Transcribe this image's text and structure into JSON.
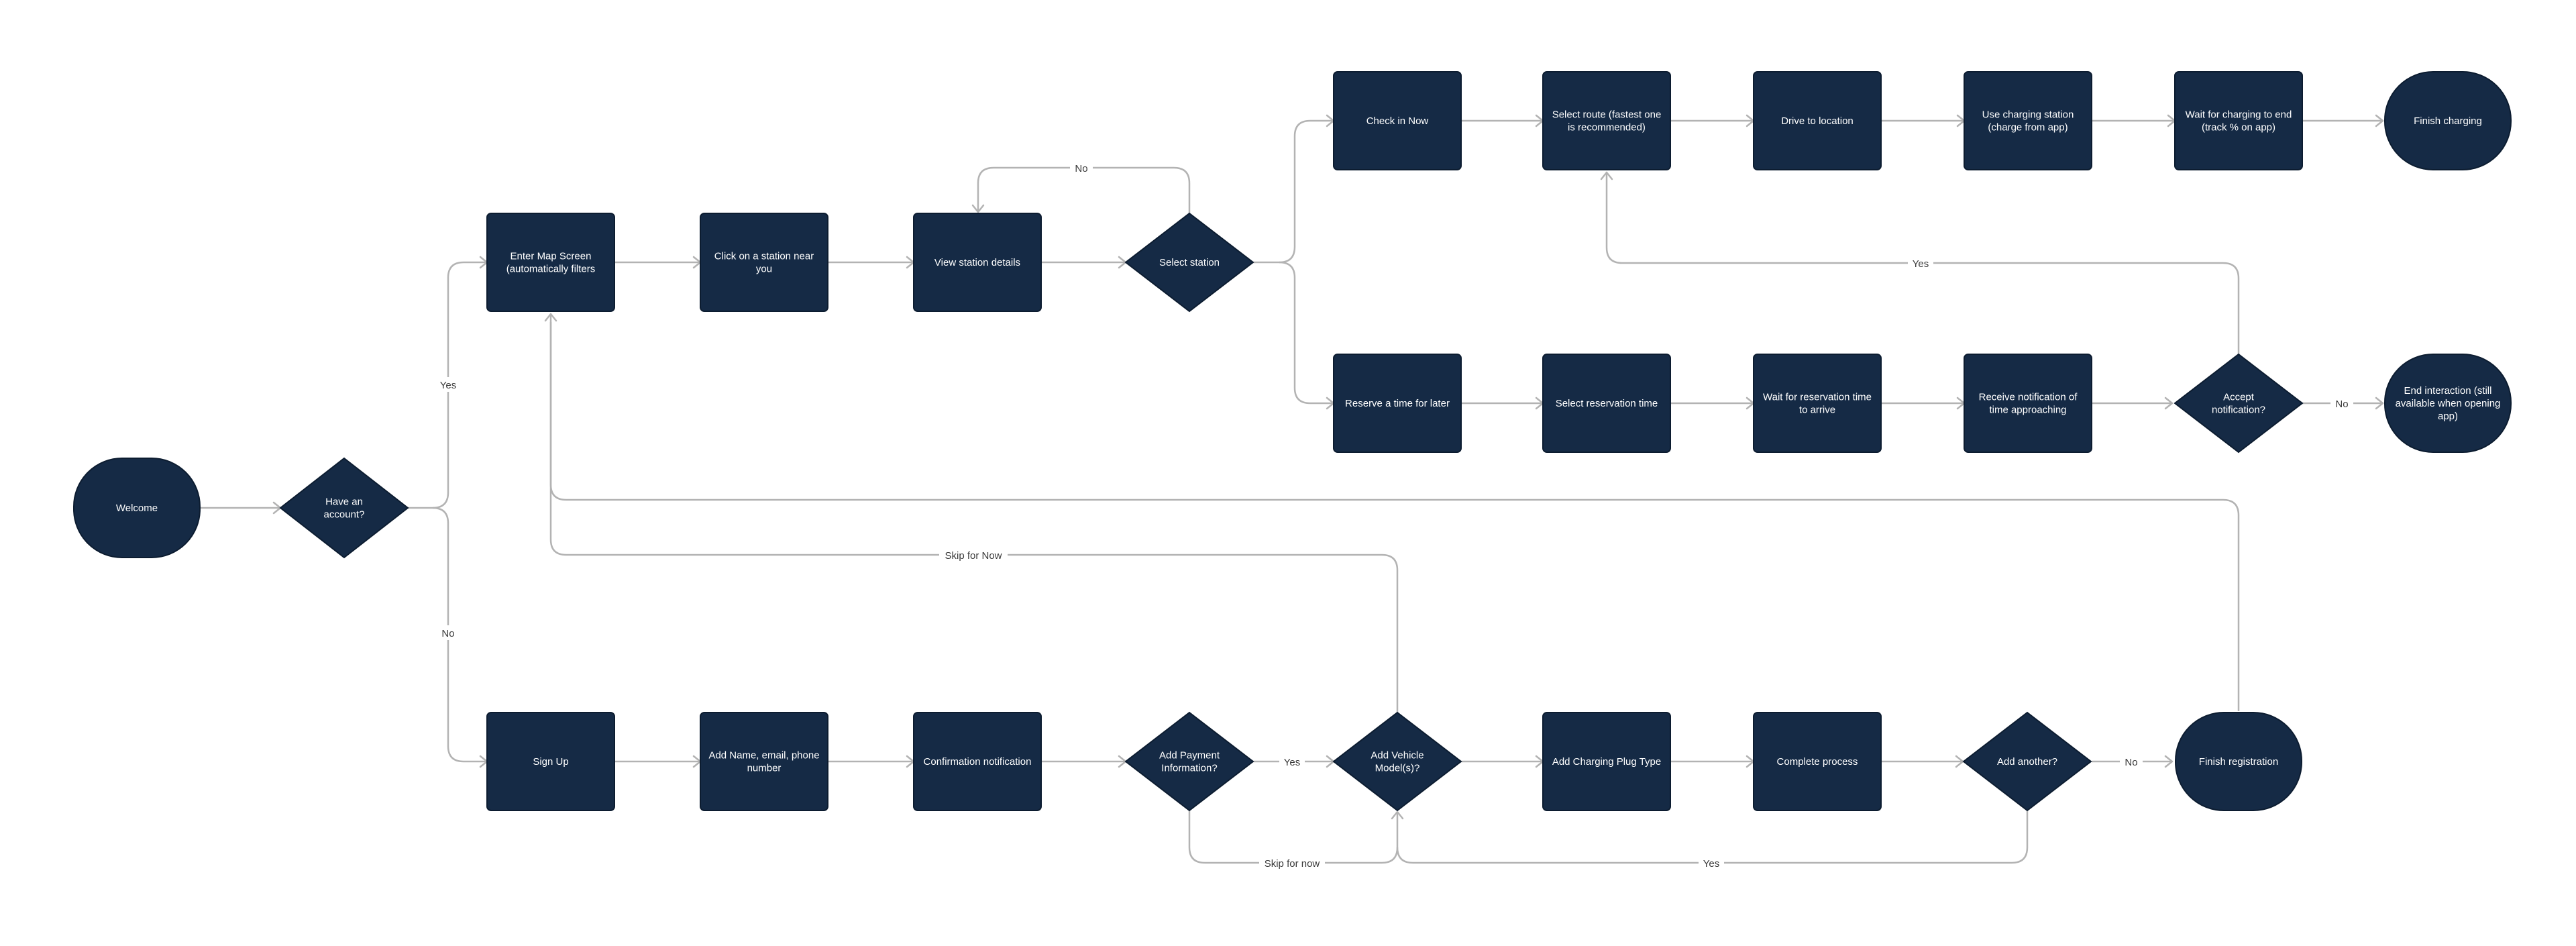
{
  "nodes": {
    "welcome": "Welcome",
    "have_account": "Have an|account?",
    "enter_map": "Enter Map Screen|(automatically filters",
    "click_station": "Click on a station near|you",
    "view_details": "View station details",
    "select_station": "Select station",
    "check_in_now": "Check in Now",
    "select_route": "Select route (fastest one|is recommended)",
    "drive_location": "Drive to location",
    "use_station": "Use charging station|(charge from app)",
    "wait_charge_end": "Wait for charging to end|(track % on app)",
    "finish_charging": "Finish charging",
    "reserve_later": "Reserve a time for later",
    "select_res_time": "Select reservation time",
    "wait_res_time": "Wait for reservation time|to arrive",
    "receive_notif": "Receive notification of|time approaching",
    "accept_notif": "Accept|notification?",
    "end_interaction": "End interaction (still|available when opening|app)",
    "sign_up": "Sign Up",
    "add_name": "Add Name, email, phone|number",
    "confirm_notif": "Confirmation notification",
    "add_payment": "Add Payment|Information?",
    "add_vehicle": "Add Vehicle|Model(s)?",
    "add_plug": "Add Charging Plug Type",
    "complete_process": "Complete process",
    "add_another": "Add another?",
    "finish_registration": "Finish registration"
  },
  "edge_labels": {
    "yes_account": "Yes",
    "no_account": "No",
    "no_select": "No",
    "yes_accept": "Yes",
    "no_accept": "No",
    "skip_for_now_upper": "Skip for Now",
    "yes_payment": "Yes",
    "skip_for_now_lower": "Skip for now",
    "yes_another": "Yes",
    "no_another": "No"
  },
  "colors": {
    "node_fill": "#152a45",
    "edge": "#b3b3b3",
    "label_text": "#3a3a3a",
    "node_text": "#ffffff"
  }
}
